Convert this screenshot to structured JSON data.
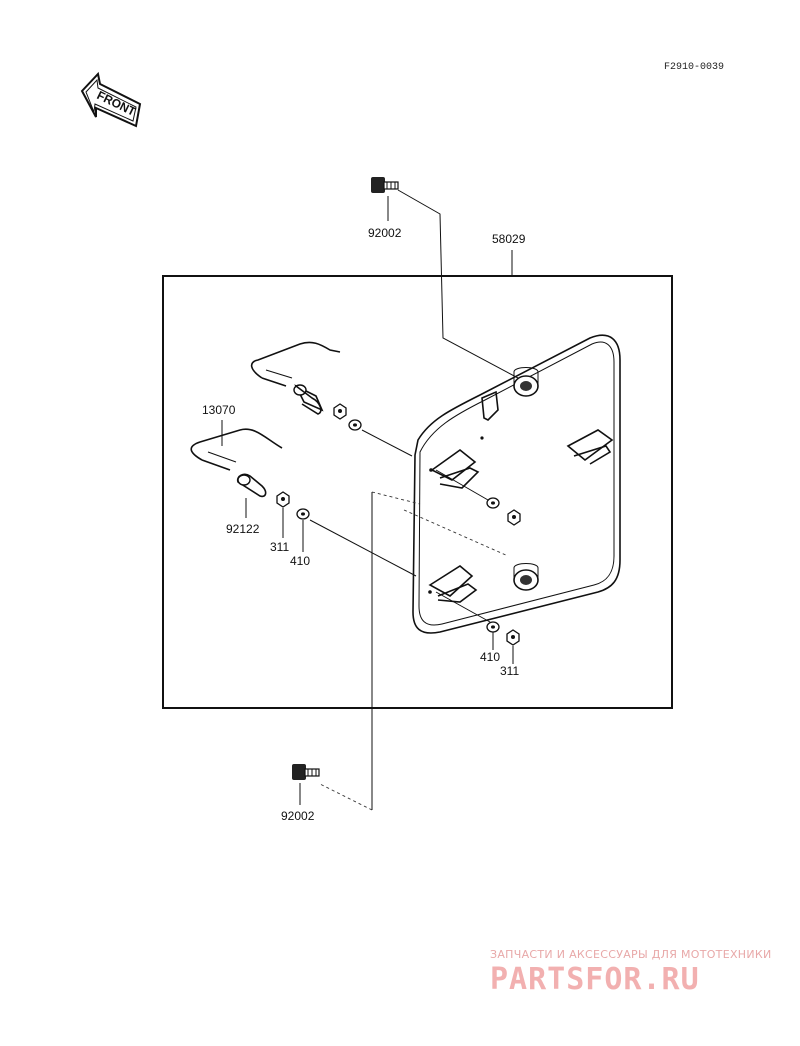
{
  "diagram": {
    "code": "F2910-0039",
    "front_label": "FRONT"
  },
  "parts": {
    "bolt_top": "92002",
    "bracket": "58029",
    "rod": "13070",
    "collar": "92122",
    "nut_left": "311",
    "washer_left": "410",
    "washer_right": "410",
    "nut_right": "311",
    "bolt_bottom": "92002"
  },
  "watermark": {
    "tagline": "ЗАПЧАСТИ И АКСЕССУАРЫ ДЛЯ МОТОТЕХНИКИ",
    "logo": "PARTSFOR.RU"
  }
}
